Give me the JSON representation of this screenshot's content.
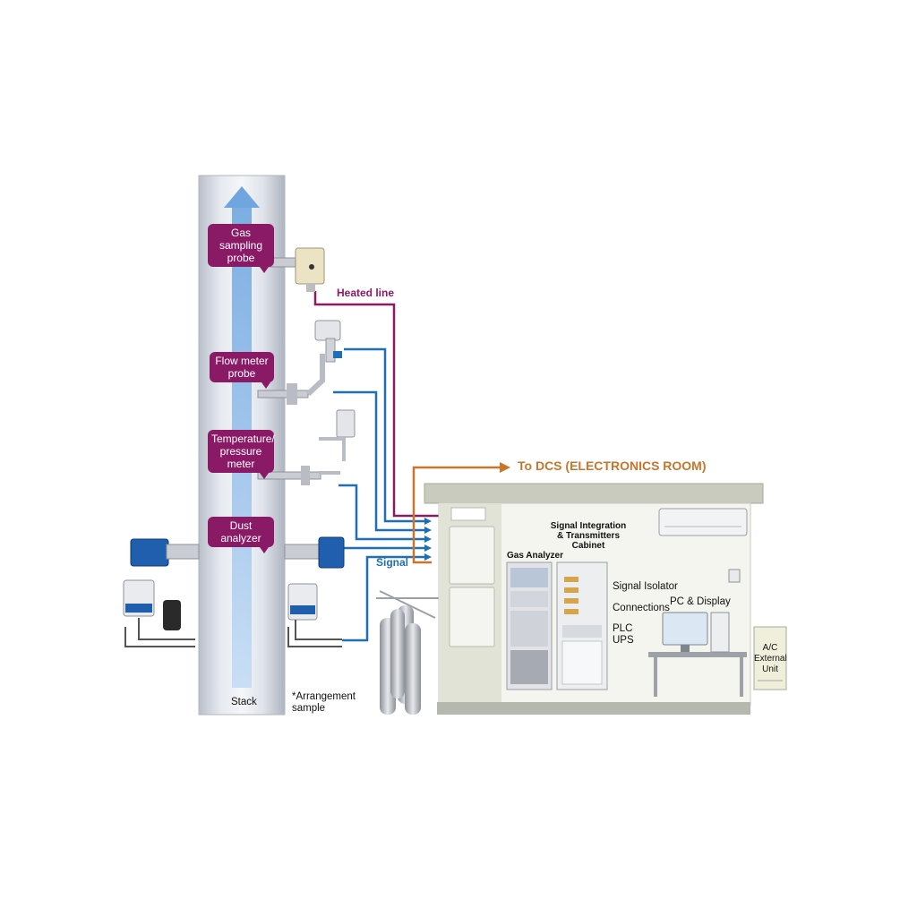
{
  "callouts": {
    "gas_sampling": "Gas sampling probe",
    "flow_meter": "Flow meter probe",
    "temp_pressure": "Temperature/ pressure meter",
    "dust": "Dust analyzer"
  },
  "lines": {
    "heated_line": "Heated line",
    "to_dcs": "To DCS (ELECTRONICS ROOM)",
    "signal": "Signal"
  },
  "stack": {
    "label": "Stack",
    "note": "*Arrangement sample"
  },
  "shelter": {
    "signal_cabinet": "Signal Integration & Transmitters Cabinet",
    "gas_analyzer": "Gas Analyzer",
    "signal_isolator": "Signal Isolator",
    "connections": "Connections",
    "pc_display": "PC & Display",
    "plc": "PLC",
    "ups": "UPS",
    "ac_unit": "A/C External Unit"
  },
  "colors": {
    "heated_line": "#8a1a66",
    "signal": "#1f6fb4",
    "to_dcs": "#c9762b",
    "callout": "#8a1a66",
    "stack_arrow": "#9fc3ea"
  }
}
